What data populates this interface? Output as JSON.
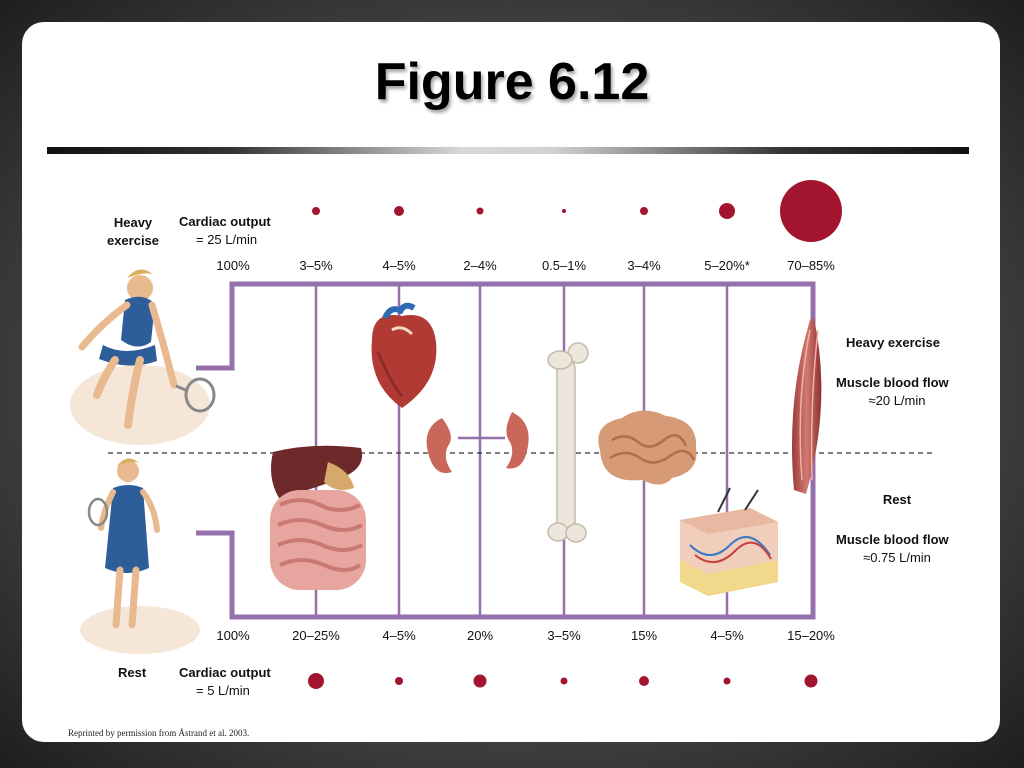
{
  "title": "Figure 6.12",
  "heavy": {
    "label": "Heavy exercise",
    "cardiac_label": "Cardiac output",
    "cardiac_value": "= 25 L/min",
    "total_pct": "100%",
    "pcts": [
      "3–5%",
      "4–5%",
      "2–4%",
      "0.5–1%",
      "3–4%",
      "5–20%*",
      "70–85%"
    ],
    "dot_sizes": [
      4,
      5,
      3.5,
      2,
      4,
      8,
      31
    ]
  },
  "rest": {
    "label": "Rest",
    "cardiac_label": "Cardiac output",
    "cardiac_value": "= 5 L/min",
    "total_pct": "100%",
    "pcts": [
      "20–25%",
      "4–5%",
      "20%",
      "3–5%",
      "15%",
      "4–5%",
      "15–20%"
    ],
    "dot_sizes": [
      8,
      4,
      6.5,
      3.5,
      5,
      3.5,
      6.5
    ]
  },
  "right_labels": {
    "heavy_title": "Heavy exercise",
    "heavy_flow_label": "Muscle blood flow",
    "heavy_flow_value": "≈20 L/min",
    "rest_title": "Rest",
    "rest_flow_label": "Muscle blood flow",
    "rest_flow_value": "≈0.75 L/min"
  },
  "colors": {
    "frame": "#9670ad",
    "dot": "#a3152e"
  },
  "credit": "Reprinted by permission from Åstrand et al. 2003."
}
